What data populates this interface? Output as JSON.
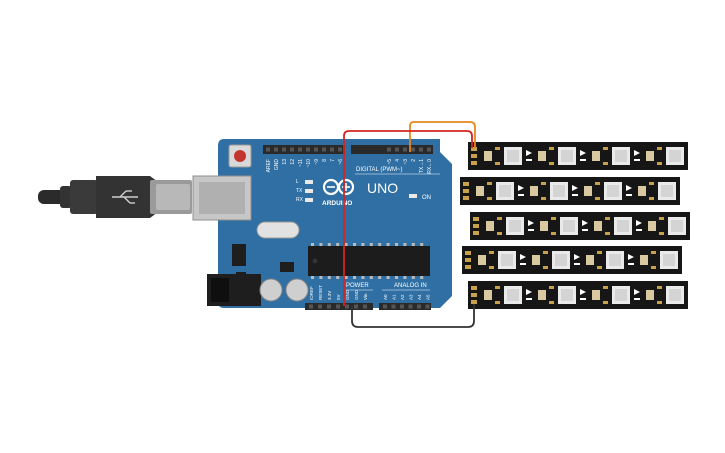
{
  "colors": {
    "board": "#2f6fa3",
    "board_dark": "#1f4f7a",
    "header": "#2a2a2a",
    "strip": "#161616",
    "led_body": "#eaeaea",
    "cable": "#2b2b2b",
    "wire_orange": "#e8861f",
    "wire_red": "#d6241f",
    "wire_black": "#333333"
  },
  "board": {
    "model": "UNO",
    "brand": "ARDUINO",
    "digital_label": "DIGITAL (PWM~)",
    "power_label": "POWER",
    "analog_label": "ANALOG IN",
    "on_label": "ON",
    "led_labels": [
      "L",
      "TX",
      "RX"
    ],
    "digital_pins": [
      "AREF",
      "GND",
      "13",
      "12",
      "~11",
      "~10",
      "~9",
      "8",
      "7",
      "~6",
      "~5",
      "4",
      "~3",
      "2",
      "TX→1",
      "RX←0"
    ],
    "power_pins": [
      "IOREF",
      "RESET",
      "3.3V",
      "5V",
      "GND",
      "GND",
      "Vin"
    ],
    "analog_pins": [
      "A0",
      "A1",
      "A2",
      "A3",
      "A4",
      "A5"
    ]
  },
  "strips": {
    "rows": 5,
    "leds_per_row": 4
  }
}
